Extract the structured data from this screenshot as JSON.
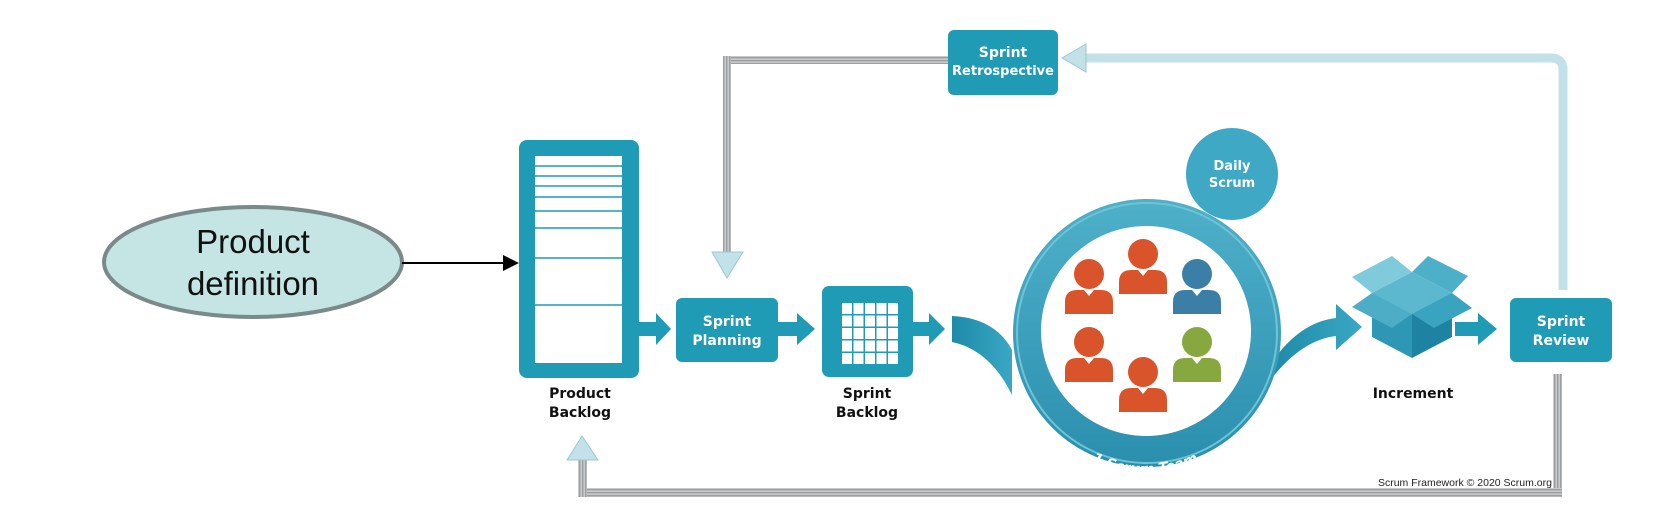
{
  "product_definition": {
    "label_line1": "Product",
    "label_line2": "definition"
  },
  "product_backlog": {
    "label_line1": "Product",
    "label_line2": "Backlog"
  },
  "sprint_planning": {
    "label_line1": "Sprint",
    "label_line2": "Planning"
  },
  "sprint_backlog": {
    "label_line1": "Sprint",
    "label_line2": "Backlog"
  },
  "daily_scrum": {
    "label_line1": "Daily",
    "label_line2": "Scrum"
  },
  "scrum_team": {
    "label": "1 Scrum Team"
  },
  "increment": {
    "label": "Increment"
  },
  "sprint_review": {
    "label_line1": "Sprint",
    "label_line2": "Review"
  },
  "sprint_retrospective": {
    "label_line1": "Sprint",
    "label_line2": "Retrospective"
  },
  "copyright": "Scrum Framework © 2020 Scrum.org",
  "colors": {
    "teal": "#1f9bb5",
    "light_teal": "#c2e1e8",
    "ellipse_fill": "#c5e4e4",
    "ellipse_stroke": "#7a8a8a",
    "orange": "#d9532b",
    "blue": "#3b7fa6",
    "green": "#86a83f",
    "gray_line": "#a9aaab"
  }
}
